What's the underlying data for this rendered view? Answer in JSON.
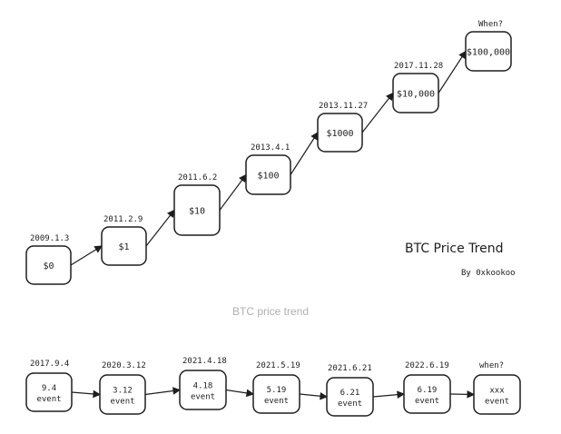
{
  "title": "BTC Price Trend",
  "author": "By 0xkookoo",
  "caption": "BTC price trend",
  "price_steps": [
    {
      "date": "2009.1.3",
      "value": "$0"
    },
    {
      "date": "2011.2.9",
      "value": "$1"
    },
    {
      "date": "2011.6.2",
      "value": "$10"
    },
    {
      "date": "2013.4.1",
      "value": "$100"
    },
    {
      "date": "2013.11.27",
      "value": "$1000"
    },
    {
      "date": "2017.11.28",
      "value": "$10,000"
    },
    {
      "date": "When?",
      "value": "$100,000"
    }
  ],
  "events": [
    {
      "date": "2017.9.4",
      "line1": "9.4",
      "line2": "event"
    },
    {
      "date": "2020.3.12",
      "line1": "3.12",
      "line2": "event"
    },
    {
      "date": "2021.4.18",
      "line1": "4.18",
      "line2": "event"
    },
    {
      "date": "2021.5.19",
      "line1": "5.19",
      "line2": "event"
    },
    {
      "date": "2021.6.21",
      "line1": "6.21",
      "line2": "event"
    },
    {
      "date": "2022.6.19",
      "line1": "6.19",
      "line2": "event"
    },
    {
      "date": "when?",
      "line1": "xxx",
      "line2": "event"
    }
  ]
}
